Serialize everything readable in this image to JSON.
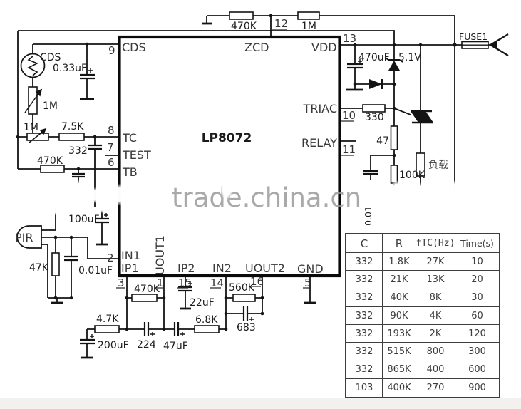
{
  "watermark": {
    "text": "trade.china.cn",
    "color": "#9b9b9b"
  },
  "ic": {
    "part": "LP8072"
  },
  "pins": {
    "cds": {
      "label": "CDS",
      "num": "9"
    },
    "tc": {
      "label": "TC",
      "num": "8"
    },
    "test": {
      "label": "TEST",
      "num": "7"
    },
    "tb": {
      "label": "TB",
      "num": "6"
    },
    "in1": {
      "label": "IN1",
      "num": "2"
    },
    "ip1": {
      "label": "IP1",
      "num": "3"
    },
    "uout1": {
      "label": "UOUT1",
      "num": "1"
    },
    "ip2": {
      "label": "IP2",
      "num": "15"
    },
    "in2": {
      "label": "IN2",
      "num": "14"
    },
    "uout2": {
      "label": "UOUT2",
      "num": "16"
    },
    "gnd": {
      "label": "GND",
      "num": "5"
    },
    "zcd": {
      "label": "ZCD",
      "num": "12"
    },
    "vdd": {
      "label": "VDD",
      "num": "13"
    },
    "triac": {
      "label": "TRIAC",
      "num": "10"
    },
    "relay": {
      "label": "RELAY",
      "num": "11"
    }
  },
  "labels": {
    "cds_sensor": "CDS",
    "c033": "0.33uF",
    "r1m_var": "1M",
    "r1m_pot": "1M",
    "r7k5": "7.5K",
    "c332": "332",
    "r470k_tb": "470K",
    "r470k_top": "470K",
    "r1m_top": "1M",
    "fuse": "FUSE1",
    "c470u": "470uF",
    "zener": "5.1V",
    "r330": "330",
    "r47": "47",
    "r100k": "100K",
    "load": "负载",
    "c001_rot": "0.01",
    "pir": "PIR",
    "c100u": "100uF",
    "r47k": "47K",
    "c001u": "0.01uF",
    "r470k_bot": "470K",
    "c22u": "22uF",
    "r560k": "560K",
    "c683": "683",
    "r4k7": "4.7K",
    "c200u": "200uF",
    "c224": "224",
    "c47u": "47uF",
    "r6k8": "6.8K"
  },
  "table": {
    "headers": [
      "C",
      "R",
      "fTC(Hz)",
      "Time(s)"
    ],
    "rows": [
      [
        "332",
        "1.8K",
        "27K",
        "10"
      ],
      [
        "332",
        "21K",
        "13K",
        "20"
      ],
      [
        "332",
        "40K",
        "8K",
        "30"
      ],
      [
        "332",
        "90K",
        "4K",
        "60"
      ],
      [
        "332",
        "193K",
        "2K",
        "120"
      ],
      [
        "332",
        "515K",
        "800",
        "300"
      ],
      [
        "332",
        "865K",
        "400",
        "600"
      ],
      [
        "103",
        "400K",
        "270",
        "900"
      ]
    ]
  }
}
